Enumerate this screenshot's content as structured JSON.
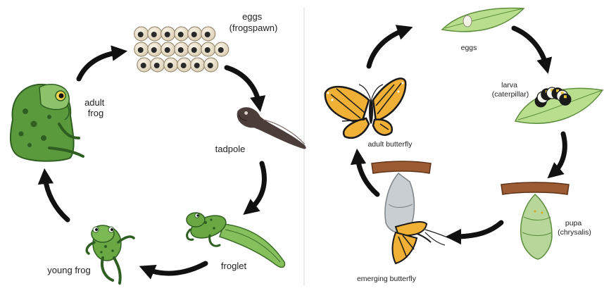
{
  "frog_cycle": {
    "labels": {
      "eggs": [
        "eggs",
        "(frogspawn)"
      ],
      "tadpole": [
        "tadpole"
      ],
      "froglet": [
        "froglet"
      ],
      "young_frog": [
        "young frog"
      ],
      "adult_frog": [
        "adult",
        "frog"
      ]
    }
  },
  "butterfly_cycle": {
    "labels": {
      "eggs": [
        "eggs"
      ],
      "larva": [
        "larva",
        "(caterpillar)"
      ],
      "pupa": [
        "pupa",
        "(chrysalis)"
      ],
      "emerging": [
        "emerging butterfly"
      ],
      "adult": [
        "adult butterfly"
      ]
    }
  },
  "colors": {
    "frog_green": "#5b9a3c",
    "frog_green_light": "#8cc26a",
    "frog_spot": "#2f5e22",
    "tadpole": "#4a3d3a",
    "egg": "#efe5d0",
    "leaf": "#b9de8e",
    "leaf_dark": "#6fa84a",
    "branch": "#9c5b33",
    "wing_orange": "#f0b035",
    "wing_black": "#1a1a1a",
    "chrysalis": "#b7d69a",
    "arrow": "#111111"
  },
  "icons": [
    "frogspawn",
    "tadpole",
    "froglet",
    "young-frog",
    "adult-frog",
    "butterfly-egg-leaf",
    "caterpillar-leaf",
    "chrysalis-branch",
    "emerging-butterfly",
    "monarch-butterfly",
    "cycle-arrow"
  ]
}
